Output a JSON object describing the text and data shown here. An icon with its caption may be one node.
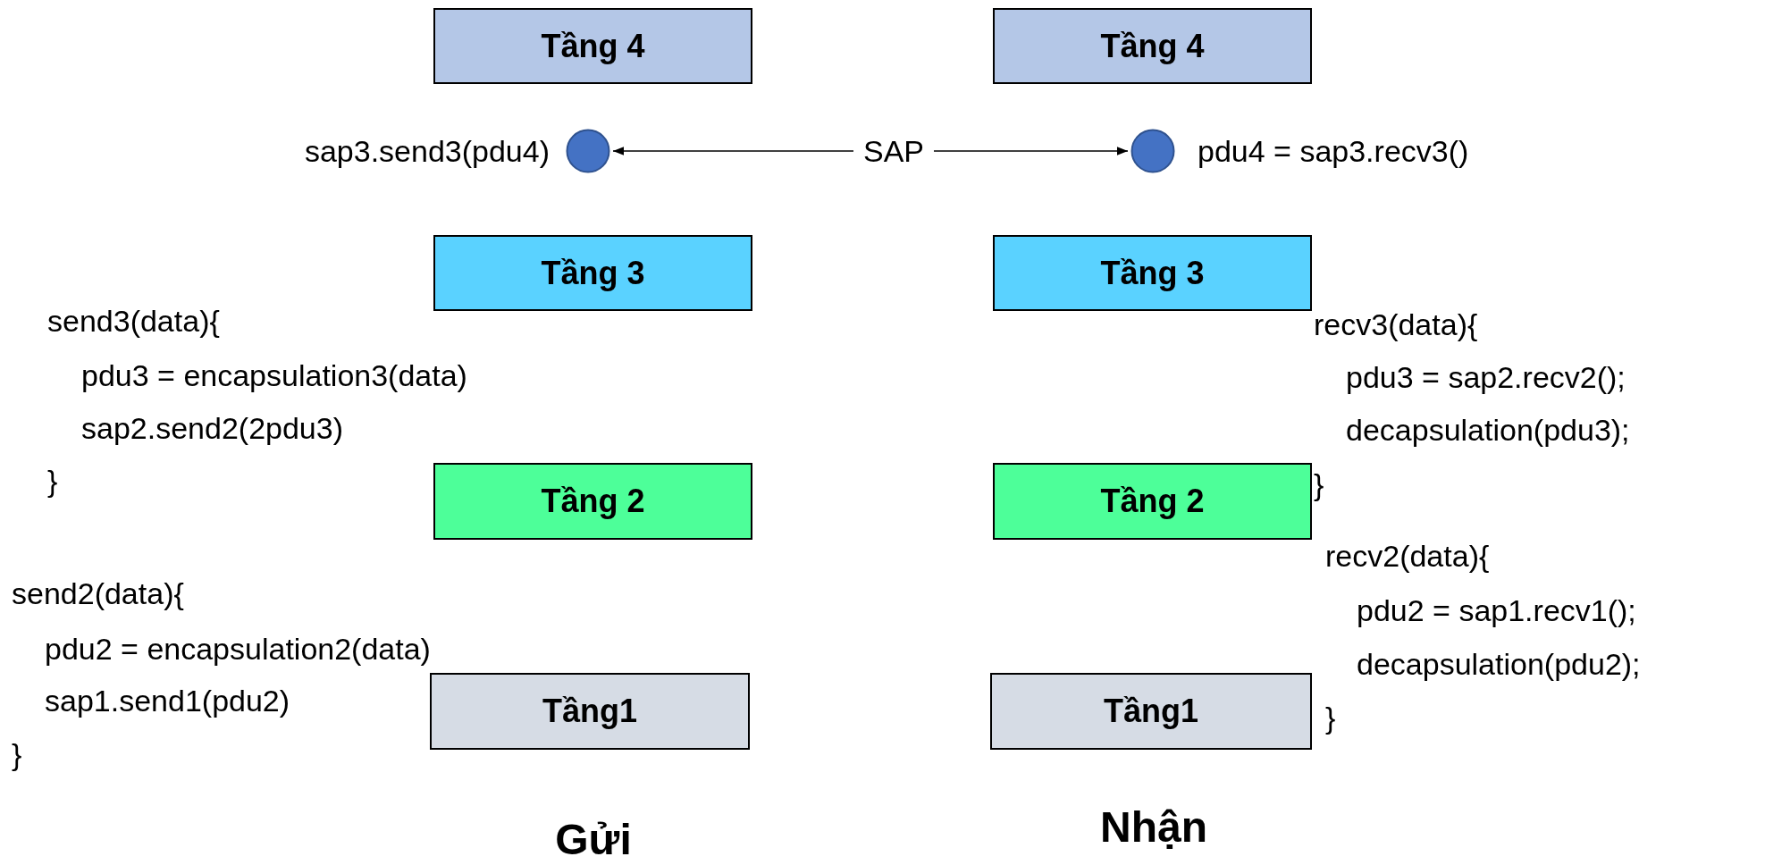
{
  "diagram": {
    "nodes": [
      {
        "text": [
          "Tầng 4"
        ]
      },
      {
        "text": [
          "Tầng 4"
        ]
      },
      {
        "text": [],
        "shape": "circle",
        "beside": [
          "sap3.send3(pdu4)"
        ]
      },
      {
        "text": [
          "SAP"
        ]
      },
      {
        "text": [],
        "shape": "circle",
        "beside": [
          "pdu4 = sap3.recv3()"
        ]
      },
      {
        "text": [
          "Tầng 3"
        ]
      },
      {
        "text": [
          "Tầng 3"
        ]
      },
      {
        "text": [
          "Tầng 2"
        ]
      },
      {
        "text": [
          "Tầng 2"
        ]
      },
      {
        "text": [
          "Tầng1"
        ]
      },
      {
        "text": [
          "Tầng1"
        ]
      }
    ],
    "edges": [
      {
        "from": 3,
        "to": 2,
        "arrow": "to"
      },
      {
        "from": 3,
        "to": 4,
        "arrow": "to"
      }
    ],
    "labels": [
      "send3(data){",
      "recv3(data){",
      "pdu3 = encapsulation3(data)",
      "pdu3 = sap2.recv2();",
      "sap2.send2(2pdu3)",
      "decapsulation(pdu3);",
      "}",
      "}",
      "recv2(data){",
      "send2(data){",
      "pdu2 = sap1.recv1();",
      "pdu2 = encapsulation2(data)",
      "decapsulation(pdu2);",
      "sap1.send1(pdu2)",
      "}",
      "}",
      "Gửi",
      "Nhận"
    ]
  }
}
